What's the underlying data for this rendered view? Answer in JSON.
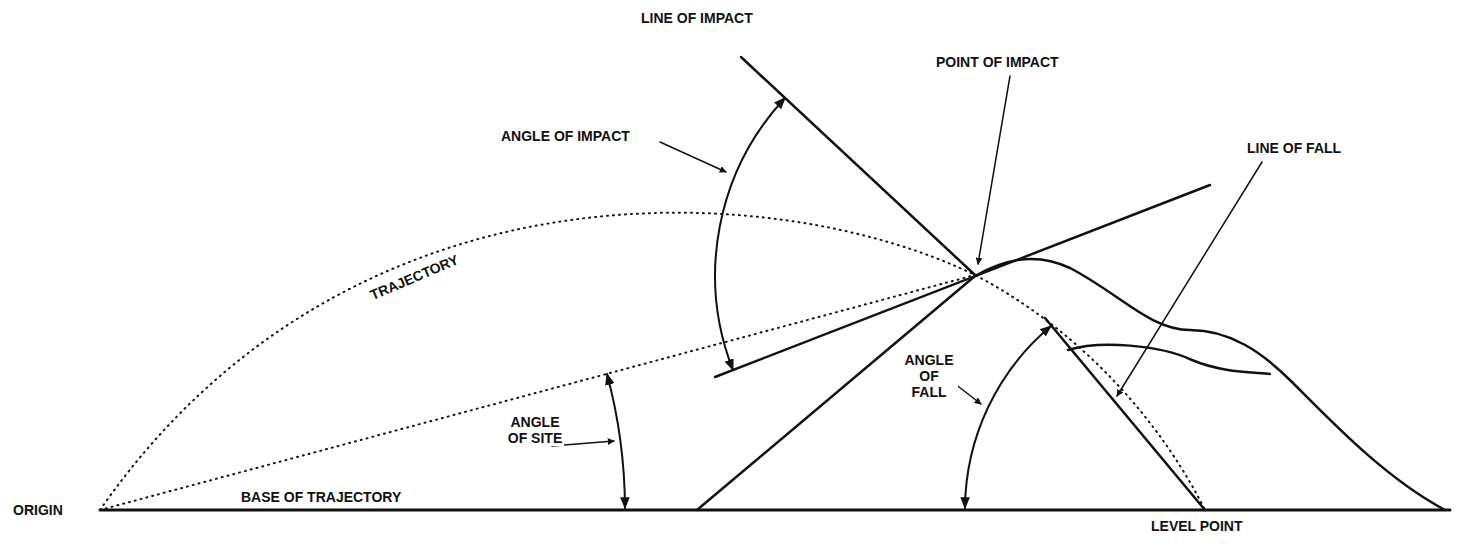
{
  "diagram": {
    "labels": [
      "LINE OF IMPACT",
      "POINT OF IMPACT",
      "ANGLE OF IMPACT",
      "TRAJECTORY",
      "LINE OF FALL",
      "ANGLE OF SITE",
      "ANGLE OF FALL",
      "ORIGIN",
      "BASE OF TRAJECTORY",
      "LEVEL POINT"
    ]
  }
}
